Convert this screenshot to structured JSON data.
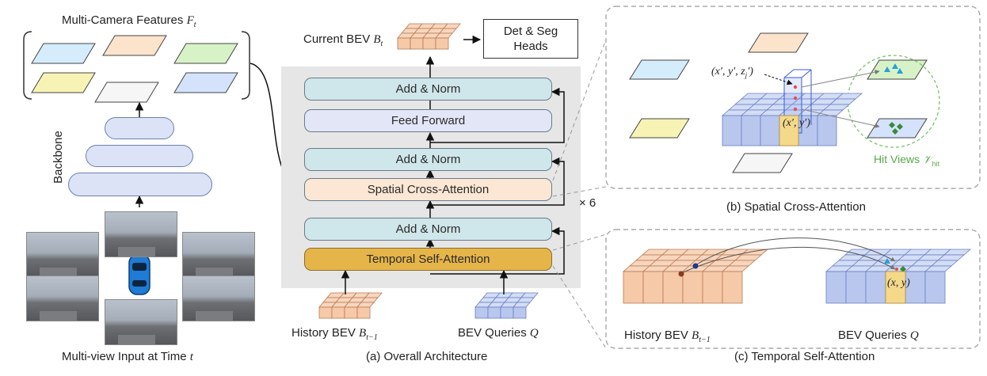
{
  "left": {
    "features_title": "Multi-Camera Features",
    "features_symbol": "F",
    "features_sub": "t",
    "backbone_label": "Backbone",
    "input_caption": "Multi-view Input at Time",
    "input_time": "t"
  },
  "middle": {
    "current_bev_label": "Current BEV",
    "current_bev_symbol": "B",
    "current_bev_sub": "t",
    "heads_line1": "Det & Seg",
    "heads_line2": "Heads",
    "add_norm": "Add & Norm",
    "feed_forward": "Feed Forward",
    "spatial_cross_attention": "Spatial Cross-Attention",
    "temporal_self_attention": "Temporal Self-Attention",
    "repeat": "× 6",
    "history_bev_label": "History BEV",
    "history_bev_symbol": "B",
    "history_bev_sub": "t−1",
    "bev_queries_label": "BEV Queries",
    "bev_queries_symbol": "Q",
    "caption": "(a) Overall Architecture"
  },
  "panel_b": {
    "point_3d": "(x′, y′, z",
    "point_3d_sub": "j",
    "point_3d_end": "′)",
    "point_2d": "(x′, y′)",
    "hit_views_label": "Hit Views",
    "hit_views_symbol": "𝒱",
    "hit_views_sub": "hit",
    "caption": "(b) Spatial Cross-Attention"
  },
  "panel_c": {
    "history_bev_label": "History BEV",
    "history_bev_symbol": "B",
    "history_bev_sub": "t−1",
    "bev_queries_label": "BEV Queries",
    "bev_queries_symbol": "Q",
    "point_label": "(x, y)",
    "caption": "(c) Temporal Self-Attention"
  },
  "colors": {
    "teal_block": "#cfe6ea",
    "lavender_block": "#e3e6f7",
    "peach_block": "#fbe7d4",
    "temporal_block": "#e6b54a",
    "history_grid": "#f6c9a8",
    "query_grid": "#b9c7ee",
    "hit_views_green": "#6cbf5a"
  }
}
